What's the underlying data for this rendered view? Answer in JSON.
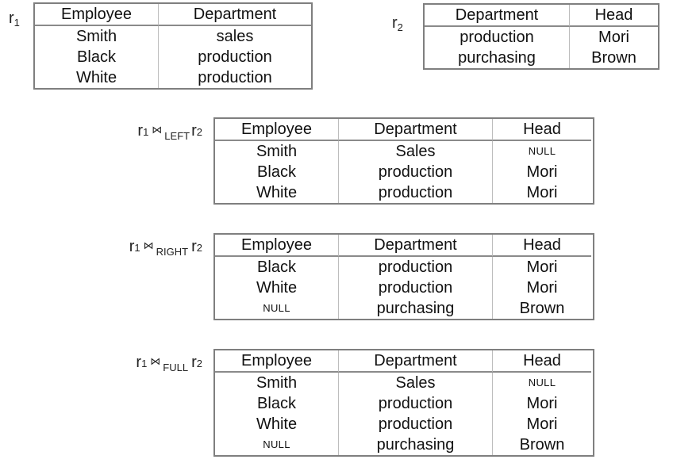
{
  "base_relations": [
    {
      "label": "r",
      "sub": "1",
      "columns": [
        "Employee",
        "Department"
      ],
      "rows": [
        [
          "Smith",
          "sales"
        ],
        [
          "Black",
          "production"
        ],
        [
          "White",
          "production"
        ]
      ]
    },
    {
      "label": "r",
      "sub": "2",
      "columns": [
        "Department",
        "Head"
      ],
      "rows": [
        [
          "production",
          "Mori"
        ],
        [
          "purchasing",
          "Brown"
        ]
      ]
    }
  ],
  "joins": [
    {
      "left": "r",
      "left_sub": "1",
      "operator": "⋈",
      "kind": "LEFT",
      "right": "r",
      "right_sub": "2",
      "columns": [
        "Employee",
        "Department",
        "Head"
      ],
      "rows": [
        [
          "Smith",
          "Sales",
          "NULL"
        ],
        [
          "Black",
          "production",
          "Mori"
        ],
        [
          "White",
          "production",
          "Mori"
        ]
      ]
    },
    {
      "left": "r",
      "left_sub": "1",
      "operator": "⋈",
      "kind": "RIGHT",
      "right": "r",
      "right_sub": "2",
      "columns": [
        "Employee",
        "Department",
        "Head"
      ],
      "rows": [
        [
          "Black",
          "production",
          "Mori"
        ],
        [
          "White",
          "production",
          "Mori"
        ],
        [
          "NULL",
          "purchasing",
          "Brown"
        ]
      ]
    },
    {
      "left": "r",
      "left_sub": "1",
      "operator": "⋈",
      "kind": "FULL",
      "right": "r",
      "right_sub": "2",
      "columns": [
        "Employee",
        "Department",
        "Head"
      ],
      "rows": [
        [
          "Smith",
          "Sales",
          "NULL"
        ],
        [
          "Black",
          "production",
          "Mori"
        ],
        [
          "White",
          "production",
          "Mori"
        ],
        [
          "NULL",
          "purchasing",
          "Brown"
        ]
      ]
    }
  ]
}
